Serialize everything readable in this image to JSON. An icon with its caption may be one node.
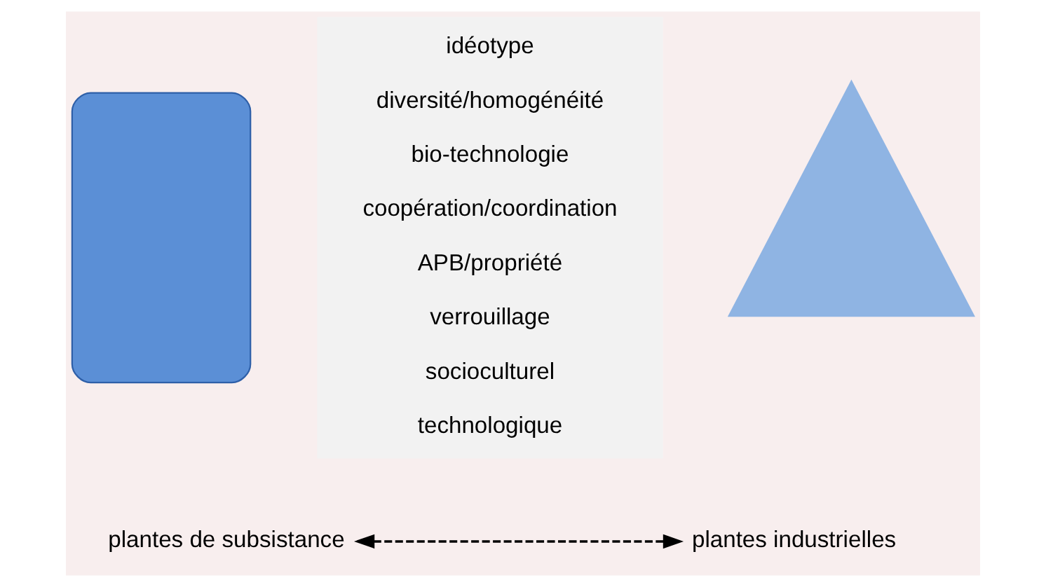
{
  "diagram": {
    "nodes": [
      {
        "text": [],
        "shape": "box"
      },
      {
        "text": [
          "idéotype",
          "diversité/homogénéité",
          "bio-technologie",
          "coopération/coordination",
          "APB/propriété",
          "verrouillage",
          "socioculturel",
          "technologique"
        ]
      },
      {
        "text": [],
        "shape": "triangle"
      },
      {
        "text": [
          "plantes de subsistance"
        ]
      },
      {
        "text": [
          "plantes industrielles"
        ]
      }
    ],
    "edges": [
      {
        "from": 3,
        "to": 4,
        "arrow": "both",
        "style": "dashed"
      }
    ]
  }
}
